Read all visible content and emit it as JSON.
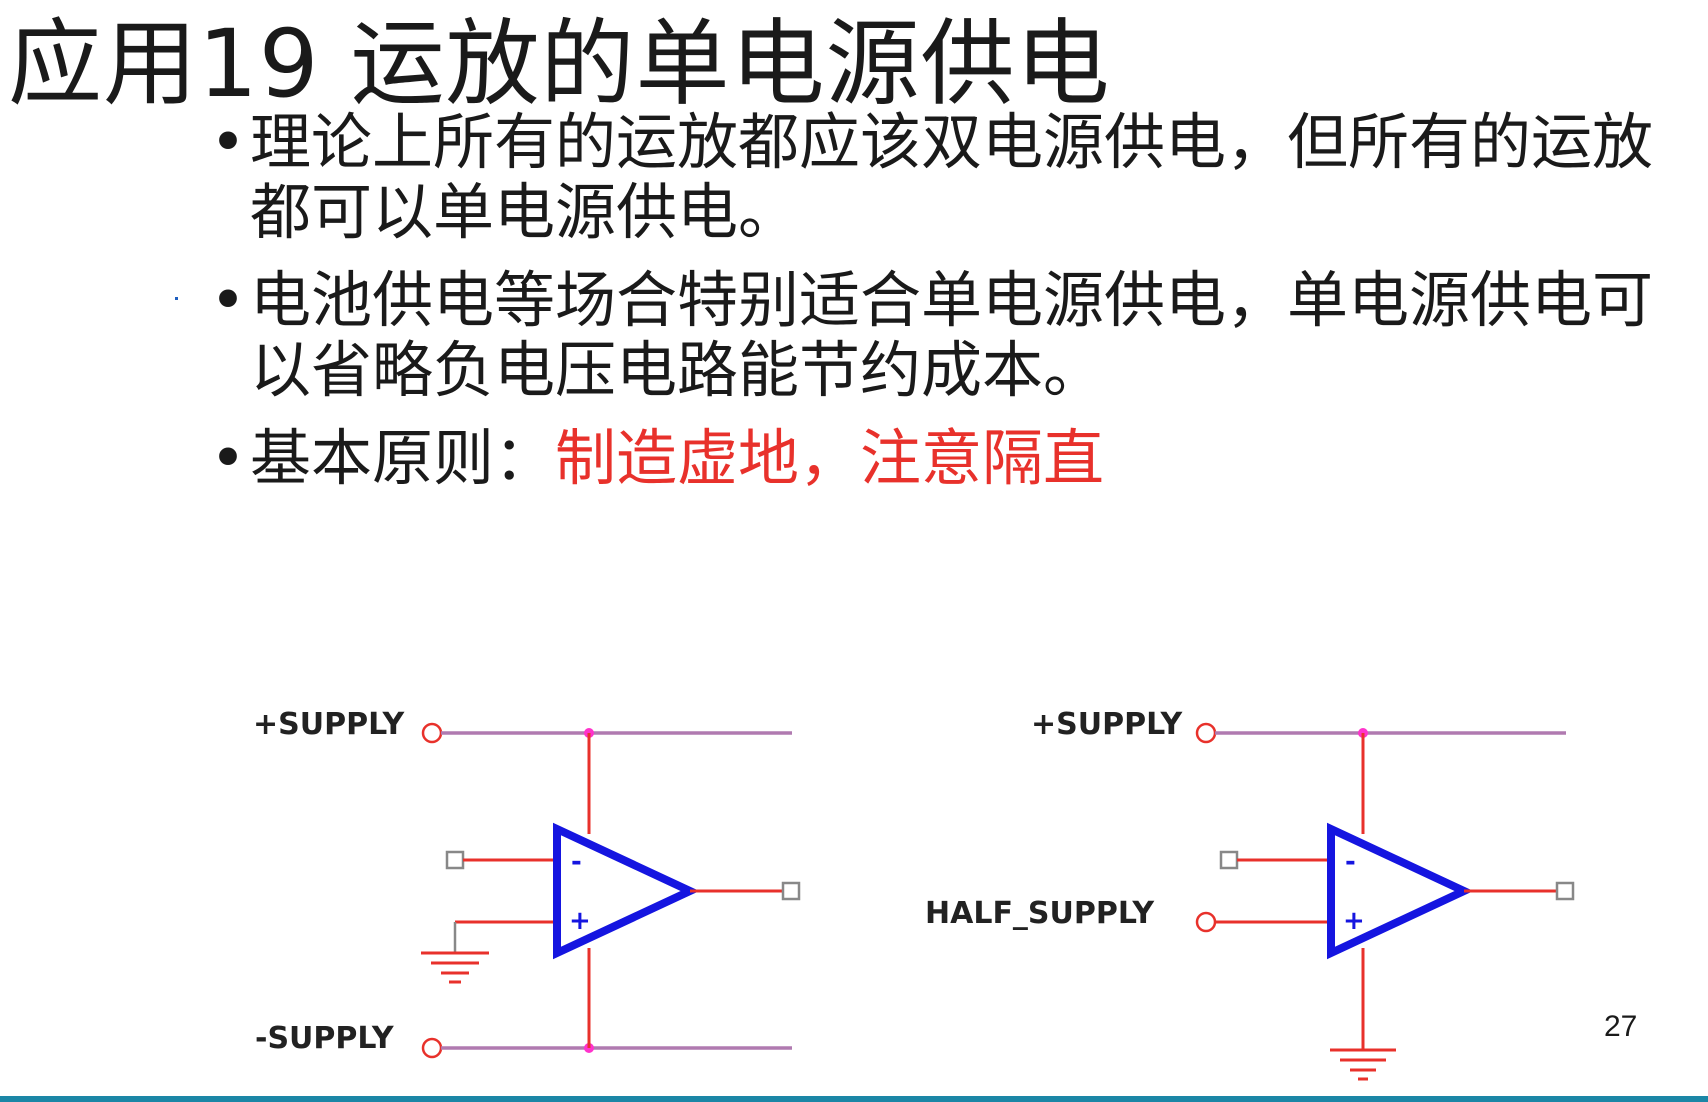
{
  "slide": {
    "title": "应用19  运放的单电源供电",
    "bullets": [
      "理论上所有的运放都应该双电源供电，但所有的运放都可以单电源供电。",
      "电池供电等场合特别适合单电源供电，单电源供电可以省略负电压电路能节约成本。"
    ],
    "principle_label": "基本原则：",
    "principle_highlight": "制造虚地，注意隔直",
    "highlight_color": "#e8312b",
    "page_number": "27"
  },
  "circuits": {
    "left": {
      "pos_supply": "+SUPPLY",
      "neg_supply": "-SUPPLY",
      "minus": "-",
      "plus": "+"
    },
    "right": {
      "pos_supply": "+SUPPLY",
      "half_supply": "HALF_SUPPLY",
      "minus": "-",
      "plus": "+"
    }
  }
}
